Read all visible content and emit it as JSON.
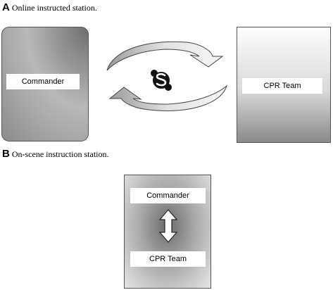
{
  "panel_a": {
    "letter": "A",
    "title": "Online instructed station.",
    "left_node": "Commander",
    "right_node": "CPR Team",
    "center_icon": "skype-icon"
  },
  "panel_b": {
    "letter": "B",
    "title": "On-scene instruction station.",
    "top_node": "Commander",
    "bottom_node": "CPR Team",
    "connector_icon": "double-arrow-icon"
  },
  "colors": {
    "box_border": "#555555",
    "arrow_fill": "#c4c4c4",
    "arrow_stroke": "#444444"
  }
}
